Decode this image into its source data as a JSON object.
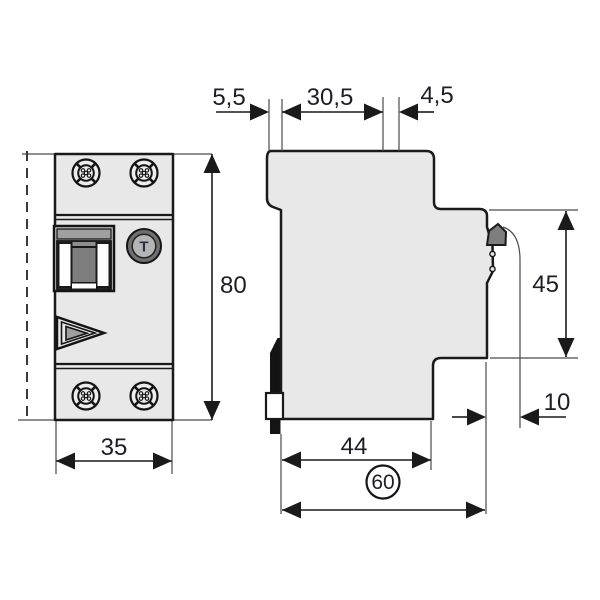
{
  "drawing": {
    "front_view": {
      "width_label": "35",
      "height_label": "80",
      "test_button_label": "T"
    },
    "side_view": {
      "rear_tab_depth_label": "5,5",
      "upper_depth_label": "30,5",
      "front_step_label": "4,5",
      "front_height_label": "45",
      "handle_protrusion_label": "10",
      "base_depth_label": "44",
      "overall_depth_label": "60"
    }
  },
  "colors": {
    "background": "#ffffff",
    "body_fill": "#e8e8e8",
    "outline": "#1a1a1a",
    "dim_text": "#1d1d26",
    "dark_fill": "#7d7d7d",
    "mid_fill": "#9f9f9f"
  }
}
